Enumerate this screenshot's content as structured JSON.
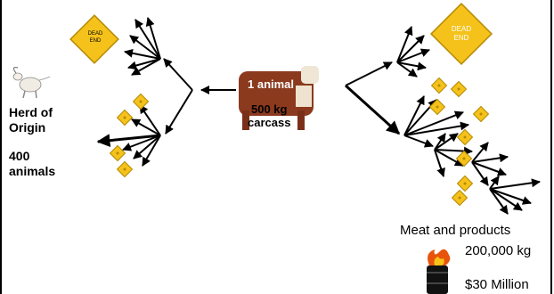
{
  "origin": {
    "title": "Herd of Origin",
    "count": "400 animals"
  },
  "animal": {
    "label": "1 animal",
    "carcass_weight": "500 kg",
    "carcass_word": "carcass"
  },
  "signs": {
    "dead_end_left": "DEAD END",
    "dead_end_right": "DEAD END"
  },
  "products": {
    "label": "Meat and products",
    "weight": "200,000 kg",
    "value": "$30 Million"
  },
  "colors": {
    "sign_yellow": "#f5c21b",
    "cow_brown": "#8b3a1e",
    "arrow": "#000000",
    "fire": "#e8540c"
  }
}
